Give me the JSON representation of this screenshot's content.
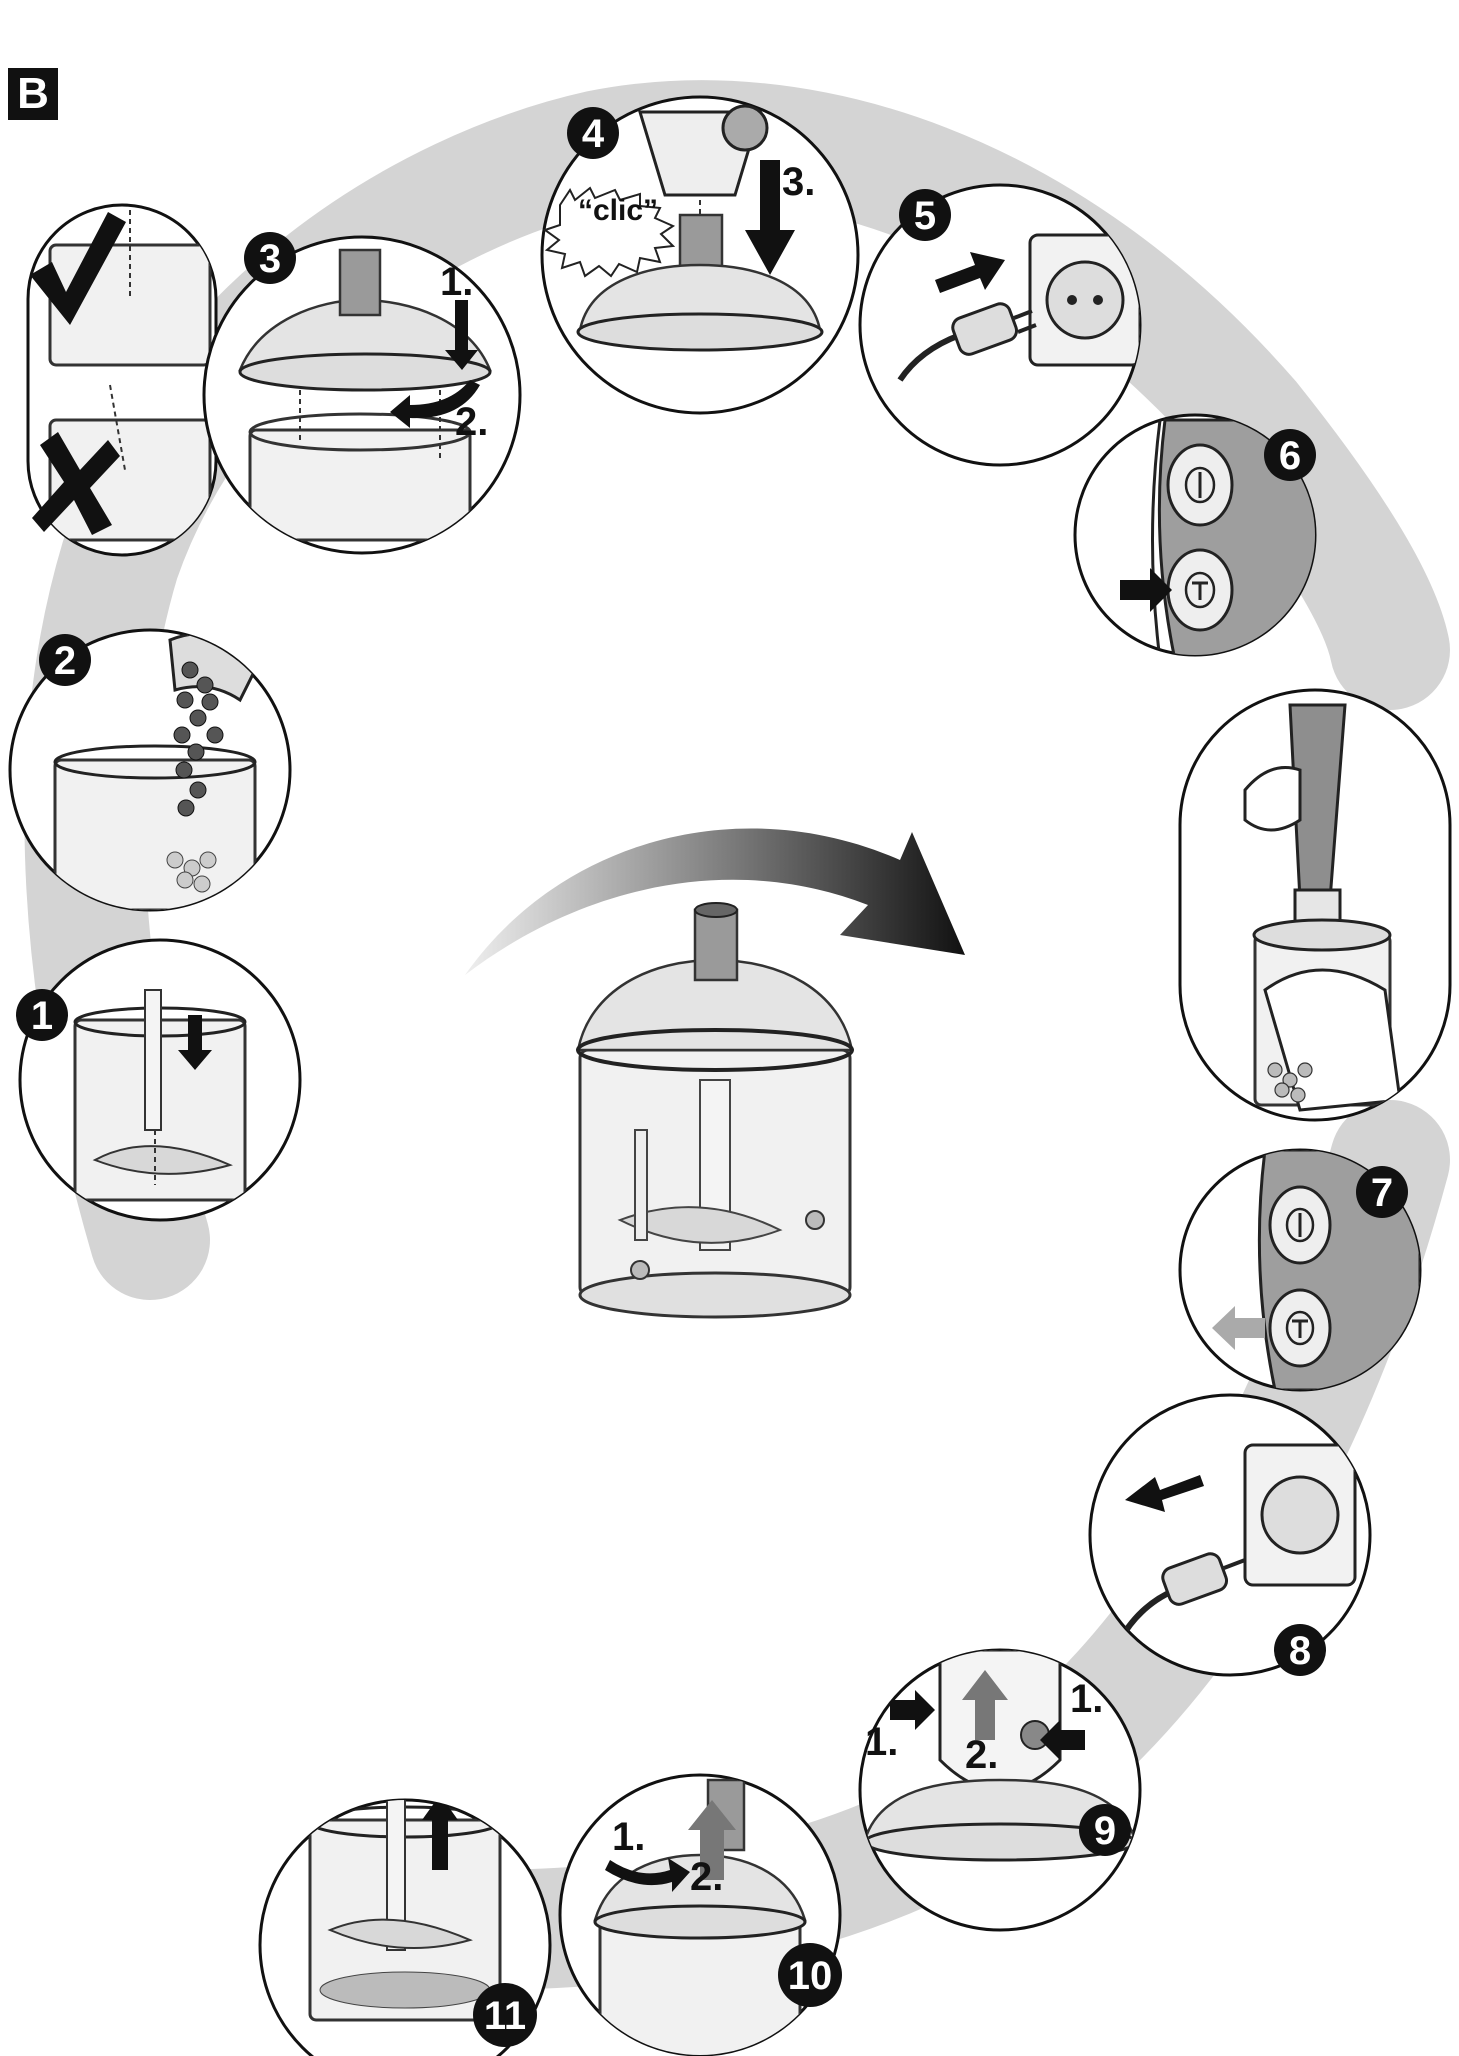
{
  "section_label": "B",
  "steps": [
    {
      "number": "1"
    },
    {
      "number": "2"
    },
    {
      "number": "3",
      "sub_labels": [
        "1.",
        "2."
      ]
    },
    {
      "number": "4",
      "sub_labels": [
        "3."
      ],
      "sound_text": "“clic”"
    },
    {
      "number": "5"
    },
    {
      "number": "6"
    },
    {
      "number": "7"
    },
    {
      "number": "8"
    },
    {
      "number": "9",
      "sub_labels": [
        "1.",
        "1.",
        "2."
      ]
    },
    {
      "number": "10",
      "sub_labels": [
        "1.",
        "2."
      ]
    },
    {
      "number": "11"
    }
  ],
  "icons": [
    "check-mark-icon",
    "cross-mark-icon",
    "power-on-icon",
    "turbo-icon",
    "wall-socket-icon",
    "plug-icon",
    "direction-arrow-icon"
  ],
  "colors": {
    "ink": "#111111",
    "path_band": "#d4d4d4",
    "arrow_gradient_start": "#e6e6e6",
    "arrow_gradient_end": "#111111"
  }
}
